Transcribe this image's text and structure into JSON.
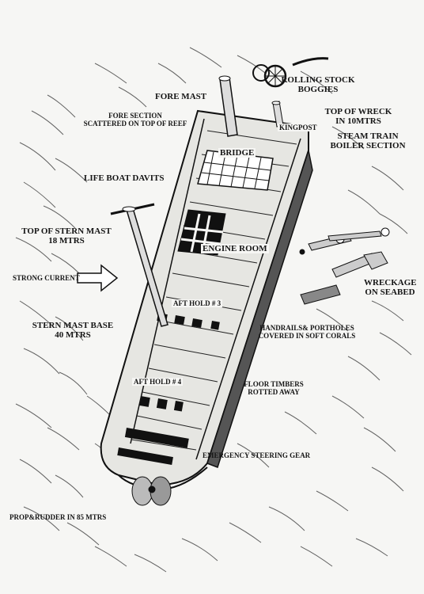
{
  "labels": {
    "fore_mast": "FORE MAST",
    "rolling_stock_1": "ROLLING STOCK",
    "rolling_stock_2": "BOGGIES",
    "fore_section_1": "FORE SECTION",
    "fore_section_2": "SCATTERED ON TOP OF REEF",
    "top_of_wreck_1": "TOP OF WRECK",
    "top_of_wreck_2": "IN 10MTRS",
    "kingpost": "KINGPOST",
    "steam_train_1": "STEAM TRAIN",
    "steam_train_2": "BOILER SECTION",
    "bridge": "BRIDGE",
    "life_boat_davits": "LIFE BOAT DAVITS",
    "top_stern_mast_1": "TOP OF STERN MAST",
    "top_stern_mast_2": "18 MTRS",
    "engine_room": "ENGINE ROOM",
    "strong_current": "STRONG CURRENT",
    "wreckage_1": "WRECKAGE",
    "wreckage_2": "ON SEABED",
    "aft_hold_3": "AFT HOLD # 3",
    "stern_mast_base_1": "STERN MAST BASE",
    "stern_mast_base_2": "40 MTRS",
    "handrails_1": "HANDRAILS& PORTHOLES",
    "handrails_2": "COVERED IN SOFT CORALS",
    "floor_timbers_1": "FLOOR TIMBERS",
    "floor_timbers_2": "ROTTED AWAY",
    "aft_hold_4": "AFT HOLD # 4",
    "emergency_steering": "EMERGENCY STEERING GEAR",
    "prop_rudder": "PROP&RUDDER IN 85 MTRS"
  },
  "colors": {
    "ink": "#151515",
    "paper": "#f6f6f4"
  }
}
